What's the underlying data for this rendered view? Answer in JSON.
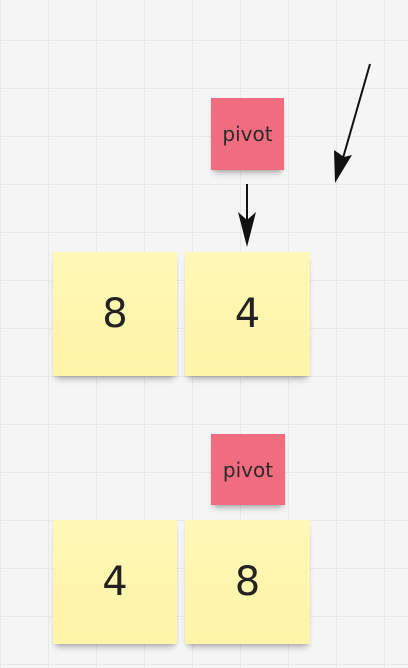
{
  "board": {
    "pivot_top": {
      "label": "pivot"
    },
    "row_top": [
      {
        "value": "8"
      },
      {
        "value": "4"
      }
    ],
    "pivot_bottom": {
      "label": "pivot"
    },
    "row_bottom": [
      {
        "value": "4"
      },
      {
        "value": "8"
      }
    ]
  },
  "colors": {
    "sticky_yellow": "#fff6a9",
    "sticky_pink": "#f16c7f",
    "arrow": "#111111"
  }
}
